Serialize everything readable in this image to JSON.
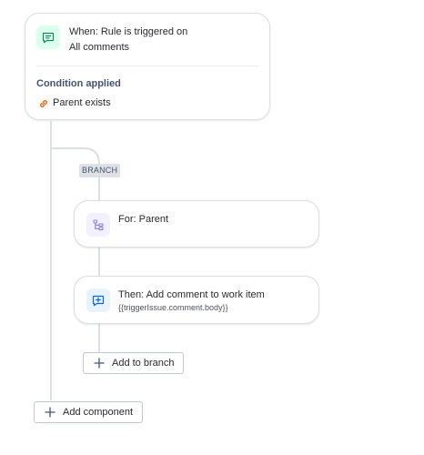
{
  "trigger": {
    "title": "When: Rule is triggered on",
    "subtitle": "All comments",
    "condition_heading": "Condition applied",
    "condition_value": "Parent exists",
    "icon": "comment-icon"
  },
  "branch": {
    "badge": "BRANCH",
    "for_title": "For: Parent",
    "for_icon": "branch-icon",
    "action_title": "Then: Add comment to work item",
    "action_subtitle": "{{triggerIssue.comment.body}}",
    "action_icon": "add-comment-icon",
    "add_to_branch_label": "Add to branch"
  },
  "add_component_label": "Add component",
  "colors": {
    "trigger_icon_bg": "#dcfff1",
    "trigger_icon_fg": "#1f845a",
    "branch_icon_bg": "#f3f0ff",
    "branch_icon_fg": "#8f7ee7",
    "action_icon_bg": "#e9f2ff",
    "action_icon_fg": "#0c66e4",
    "condition_icon": "#e56910",
    "connector": "#dcdfe4"
  }
}
